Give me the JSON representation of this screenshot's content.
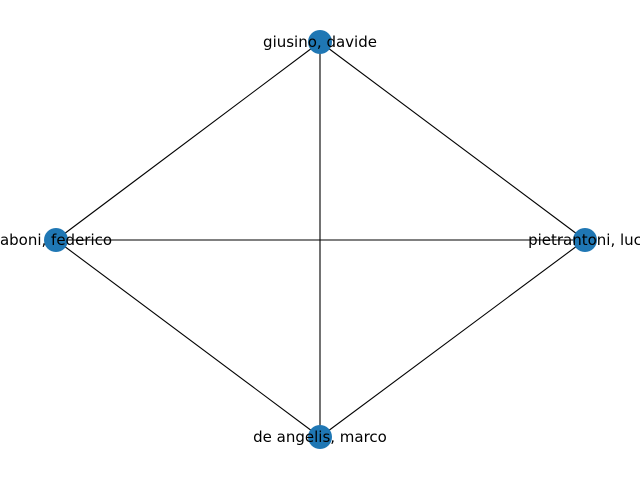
{
  "graph": {
    "node_color": "#1f77b4",
    "edge_color": "#000000",
    "nodes": [
      {
        "id": "top",
        "label": "giusino, davide"
      },
      {
        "id": "left",
        "label": "aboni, federico"
      },
      {
        "id": "right",
        "label": "pietrantoni, luc"
      },
      {
        "id": "bottom",
        "label": "de angelis, marco"
      }
    ],
    "edges": [
      [
        "top",
        "left"
      ],
      [
        "top",
        "right"
      ],
      [
        "top",
        "bottom"
      ],
      [
        "left",
        "right"
      ],
      [
        "left",
        "bottom"
      ],
      [
        "right",
        "bottom"
      ]
    ]
  }
}
